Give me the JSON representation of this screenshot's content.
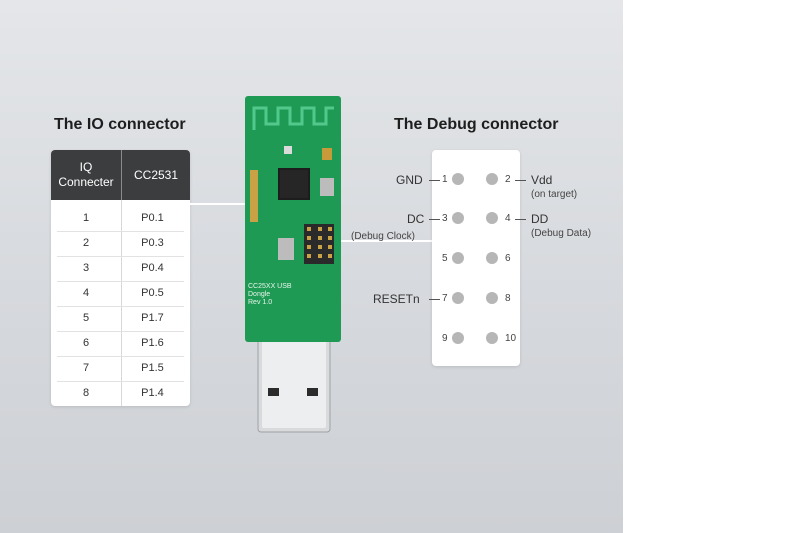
{
  "io_connector": {
    "title": "The IO connector",
    "headers": [
      "IQ Connecter",
      "CC2531"
    ],
    "rows": [
      [
        "1",
        "P0.1"
      ],
      [
        "2",
        "P0.3"
      ],
      [
        "3",
        "P0.4"
      ],
      [
        "4",
        "P0.5"
      ],
      [
        "5",
        "P1.7"
      ],
      [
        "6",
        "P1.6"
      ],
      [
        "7",
        "P1.5"
      ],
      [
        "8",
        "P1.4"
      ]
    ]
  },
  "debug_connector": {
    "title": "The Debug connector",
    "pins": {
      "p1": "1",
      "p2": "2",
      "p3": "3",
      "p4": "4",
      "p5": "5",
      "p6": "6",
      "p7": "7",
      "p8": "8",
      "p9": "9",
      "p10": "10"
    },
    "labels": {
      "gnd": "GND",
      "vdd": "Vdd",
      "vdd_note": "(on target)",
      "dc": "DC",
      "dc_note": "(Debug Clock)",
      "dd": "DD",
      "dd_note": "(Debug Data)",
      "reset": "RESETn"
    }
  },
  "board": {
    "silkscreen": [
      "CC25XX USB",
      "Dongle",
      "Rev 1.0"
    ]
  },
  "colors": {
    "background": "#d6d9dd",
    "table_header": "#3c3d3f",
    "pcb_green": "#1f9a55",
    "pin_dot": "#b6b6b6"
  }
}
